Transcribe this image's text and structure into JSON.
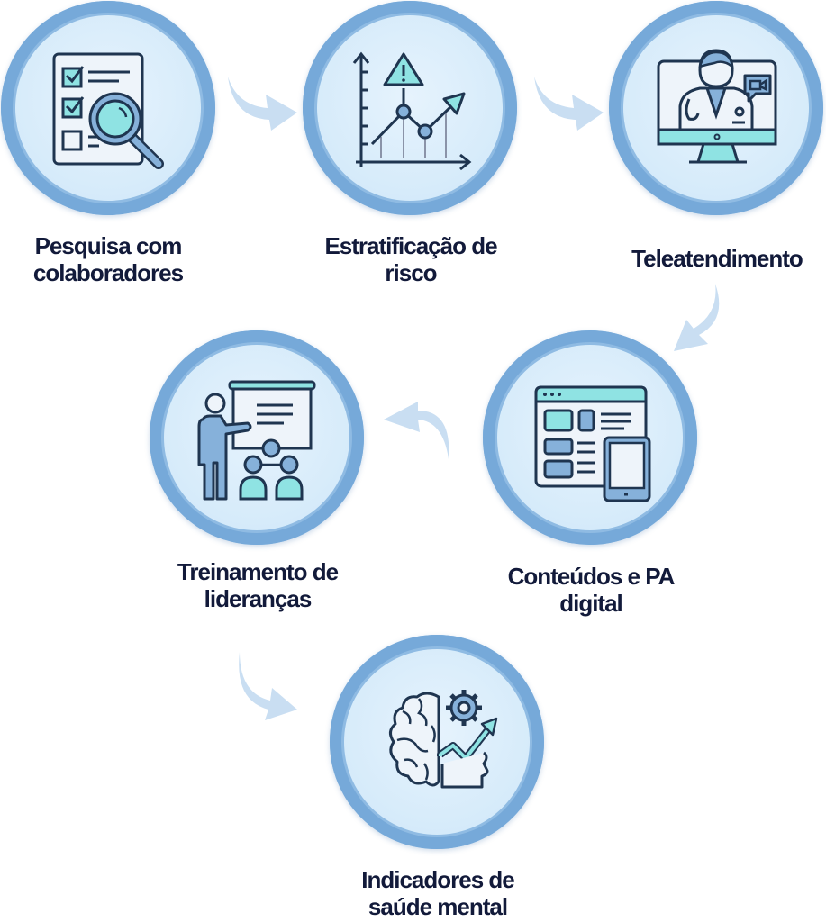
{
  "diagram": {
    "type": "process-flow",
    "colors": {
      "ring": "#76a9d9",
      "circle_fill": "#d6ebfa",
      "icon_stroke": "#1f3550",
      "icon_accent_teal": "#8fe3e3",
      "icon_accent_blue": "#86b1da",
      "arrow": "#c9def2",
      "label_text": "#121a3a"
    },
    "steps": [
      {
        "id": 1,
        "icon": "survey-checklist-magnifier-icon",
        "label_line1": "Pesquisa com",
        "label_line2": "colaboradores"
      },
      {
        "id": 2,
        "icon": "risk-chart-warning-icon",
        "label_line1": "Estratificação de",
        "label_line2": "risco"
      },
      {
        "id": 3,
        "icon": "telemedicine-doctor-monitor-icon",
        "label_line1": "Teleatendimento",
        "label_line2": ""
      },
      {
        "id": 4,
        "icon": "digital-content-browser-tablet-icon",
        "label_line1": "Conteúdos e PA",
        "label_line2": "digital"
      },
      {
        "id": 5,
        "icon": "leadership-training-presentation-icon",
        "label_line1": "Treinamento de",
        "label_line2": "lideranças"
      },
      {
        "id": 6,
        "icon": "mental-health-brain-indicators-icon",
        "label_line1": "Indicadores de",
        "label_line2": "saúde mental"
      }
    ],
    "connections": [
      {
        "from": 1,
        "to": 2
      },
      {
        "from": 2,
        "to": 3
      },
      {
        "from": 3,
        "to": 4
      },
      {
        "from": 4,
        "to": 5
      },
      {
        "from": 5,
        "to": 6
      }
    ]
  }
}
